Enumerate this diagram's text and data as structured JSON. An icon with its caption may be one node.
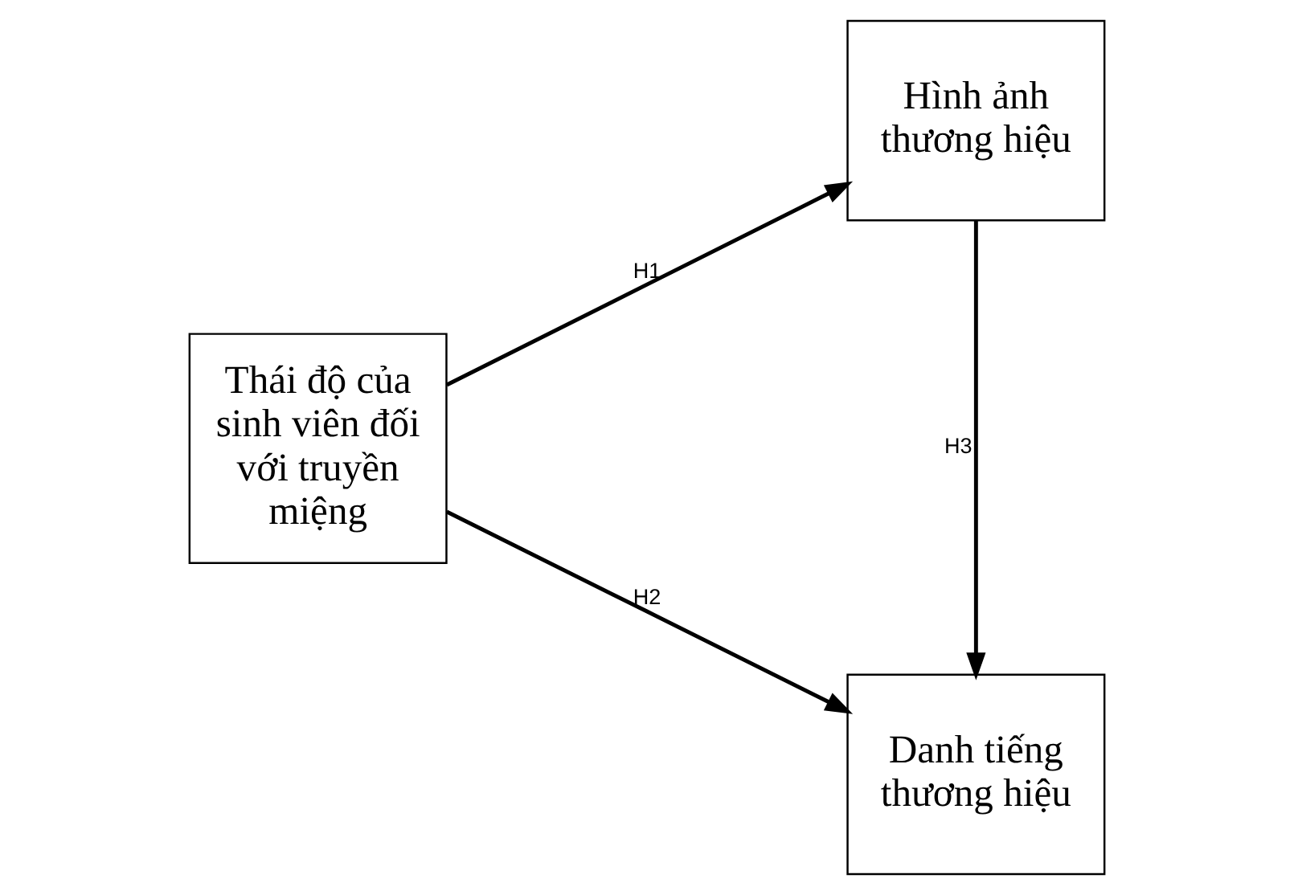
{
  "diagram": {
    "nodes": [
      {
        "text": [
          "Thái độ của sinh viên đối với truyền miệng"
        ]
      },
      {
        "text": [
          "Hình ảnh thương hiệu"
        ]
      },
      {
        "text": [
          "Danh tiếng thương hiệu"
        ]
      }
    ],
    "edges": [
      {
        "from": 0,
        "to": 1,
        "arrow": "to",
        "label": "H1"
      },
      {
        "from": 0,
        "to": 2,
        "arrow": "to",
        "label": "H2"
      },
      {
        "from": 1,
        "to": 2,
        "arrow": "to",
        "label": "H3"
      }
    ]
  }
}
